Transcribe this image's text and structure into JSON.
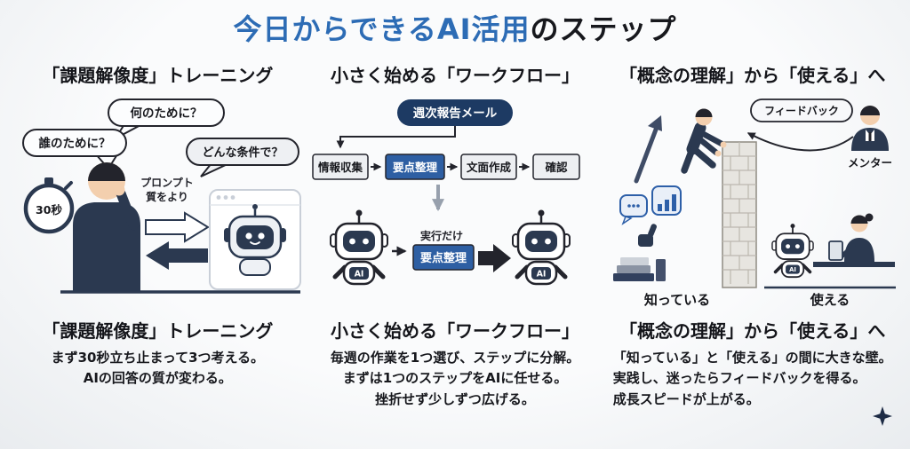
{
  "title": {
    "blue": "今日からできるAI活用",
    "dark": "のステップ"
  },
  "colors": {
    "title_blue": "#2d6cb5",
    "ink": "#17181d",
    "navy": "#2b3950",
    "outline": "#23242c",
    "accent_blue": "#2e5fa3",
    "task_navy": "#1d3a63",
    "box_light": "#edeff2",
    "background": "#f4f6f8"
  },
  "columns": [
    {
      "id": "training",
      "top_heading": "「課題解像度」トレーニング",
      "bottom_heading": "「課題解像度」トレーニング",
      "description_lines": [
        "まず30秒立ち止まって3つ考える。",
        "AIの回答の質が変わる。"
      ],
      "bubbles": [
        "誰のために？",
        "何のために？",
        "どんな条件で？"
      ],
      "stopwatch_label": "30秒",
      "prompt_note_lines": [
        "プロンプト",
        "質をより"
      ]
    },
    {
      "id": "workflow",
      "top_heading": "小さく始める「ワークフロー」",
      "bottom_heading": "小さく始める「ワークフロー」",
      "description_lines": [
        "毎週の作業を1つ選び、ステップに分解。",
        "まずは1つのステップをAIに任せる。",
        "挫折せず少しずつ広げる。"
      ],
      "task_label": "週次報告メール",
      "steps": [
        "情報収集",
        "要点整理",
        "文面作成",
        "確認"
      ],
      "delegated_note": "実行だけ",
      "delegated_step": "要点整理",
      "robot_chip": "AI"
    },
    {
      "id": "concept-to-use",
      "top_heading": "「概念の理解」から「使える」へ",
      "bottom_heading": "「概念の理解」から「使える」へ",
      "description_lines": [
        "「知っている」と「使える」の間に大きな壁。",
        "実践し、迷ったらフィードバックを得る。",
        "成長スピードが上がる。"
      ],
      "feedback_label": "フィードバック",
      "mentor_label": "メンター",
      "wall_left_label": "知っている",
      "wall_right_label": "使える"
    }
  ]
}
